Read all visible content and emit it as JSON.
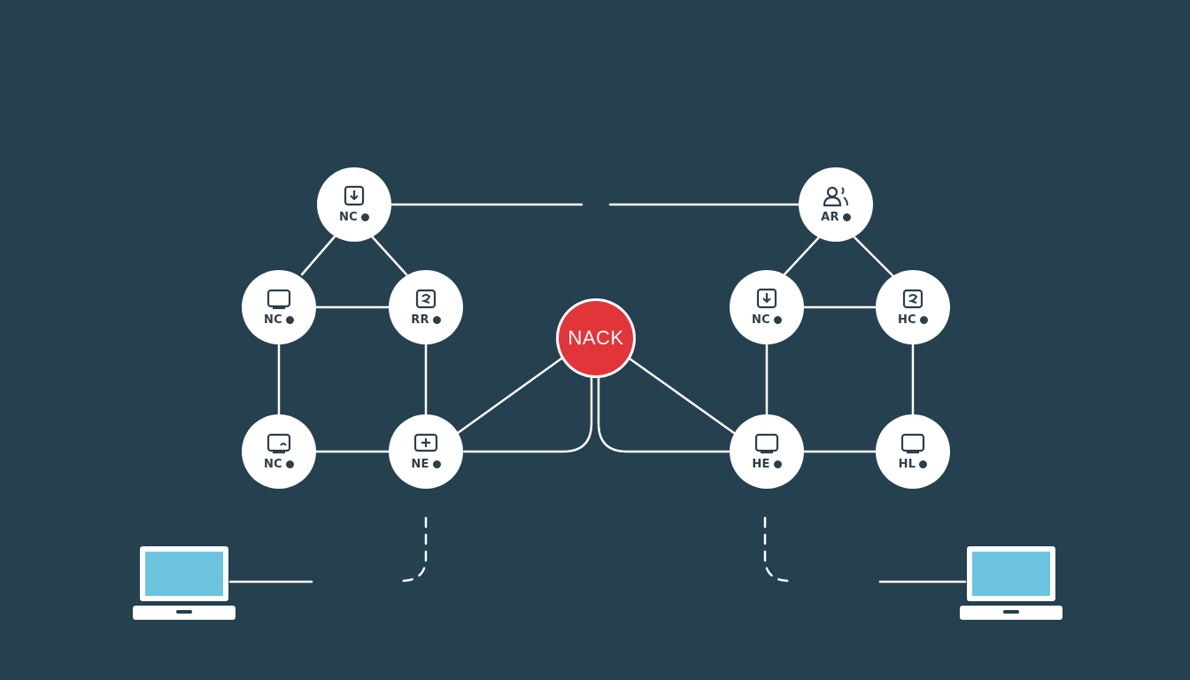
{
  "diagram": {
    "center": {
      "label": "NACK",
      "color": "#e2353a"
    },
    "nodes": [
      {
        "id": "l-top",
        "label": "NC",
        "icon": "download-icon"
      },
      {
        "id": "l-mid-left",
        "label": "NC",
        "icon": "monitor-icon"
      },
      {
        "id": "l-mid-right",
        "label": "RR",
        "icon": "refresh-icon"
      },
      {
        "id": "l-bot-left",
        "label": "NC",
        "icon": "monitor-sync-icon"
      },
      {
        "id": "l-bot-right",
        "label": "NE",
        "icon": "add-box-icon"
      },
      {
        "id": "r-top",
        "label": "AR",
        "icon": "users-icon"
      },
      {
        "id": "r-mid-left",
        "label": "NC",
        "icon": "download-icon"
      },
      {
        "id": "r-mid-right",
        "label": "HC",
        "icon": "refresh-icon"
      },
      {
        "id": "r-bot-left",
        "label": "HE",
        "icon": "monitor-icon"
      },
      {
        "id": "r-bot-right",
        "label": "HL",
        "icon": "monitor-icon"
      }
    ],
    "endpoints": [
      {
        "id": "left-client",
        "icon": "laptop-icon"
      },
      {
        "id": "right-client",
        "icon": "laptop-icon"
      }
    ],
    "colors": {
      "background": "#25404f",
      "node_fill": "#ffffff",
      "link": "#ffffff",
      "screen": "#6cc3e0"
    }
  }
}
